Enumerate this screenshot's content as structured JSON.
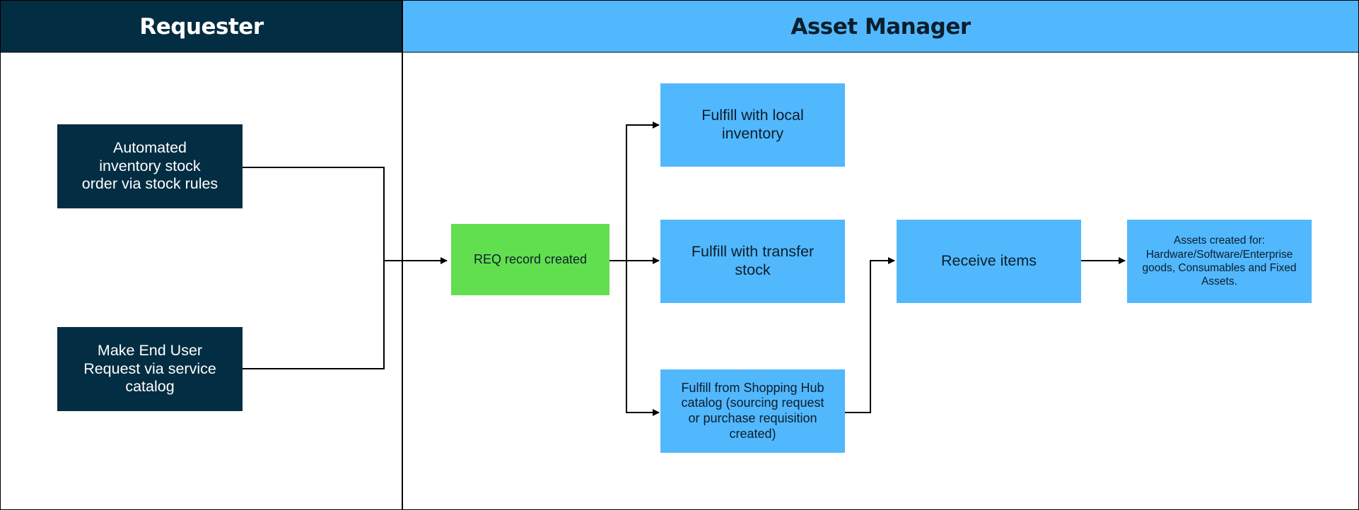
{
  "lanes": {
    "requester": "Requester",
    "asset_manager": "Asset Manager"
  },
  "nodes": {
    "automated_stock": [
      "Automated",
      "inventory stock",
      "order via stock rules"
    ],
    "end_user_request": [
      "Make End User",
      "Request via service",
      "catalog"
    ],
    "req_created": [
      "REQ record created"
    ],
    "local_inventory": [
      "Fulfill with local",
      "inventory"
    ],
    "transfer_stock": [
      "Fulfill with transfer",
      "stock"
    ],
    "shopping_hub": [
      "Fulfill from Shopping Hub",
      "catalog (sourcing request",
      "or purchase requisition",
      "created)"
    ],
    "receive_items": [
      "Receive items"
    ],
    "assets_created": [
      "Assets created for:",
      "Hardware/Software/Enterprise",
      "goods, Consumables and Fixed",
      "Assets."
    ]
  },
  "colors": {
    "dark_navy": "#032d42",
    "sky_blue": "#52b8fe",
    "green": "#62df4f",
    "line": "#000000"
  }
}
